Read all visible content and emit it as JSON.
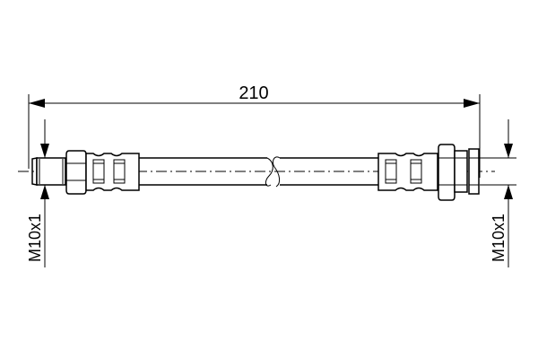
{
  "drawing": {
    "type": "brake hose technical drawing",
    "overall_length": {
      "value": "210"
    },
    "left_thread": {
      "label": "M10x1"
    },
    "right_thread": {
      "label": "M10x1"
    }
  },
  "colors": {
    "line": "#000000",
    "background": "#ffffff"
  }
}
